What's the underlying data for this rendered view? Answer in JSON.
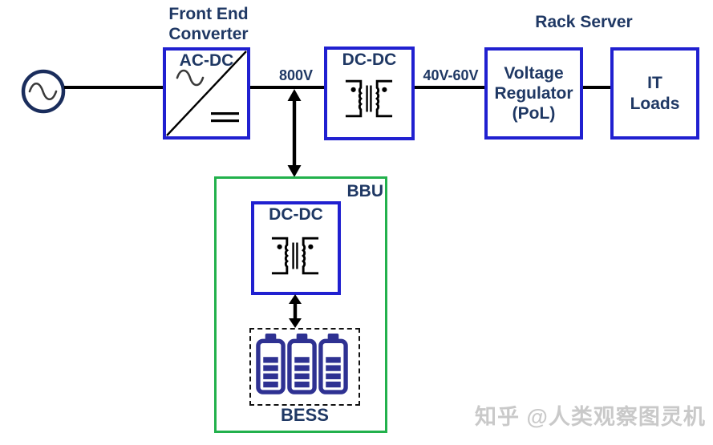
{
  "colors": {
    "box_border_blue": "#2020d0",
    "text_navy": "#1f3864",
    "bbu_border_green": "#22b14c",
    "battery_navy": "#2e3192",
    "wire_black": "#000000",
    "watermark_gray": "#c9c9c9"
  },
  "front_end": {
    "title_line1": "Front End",
    "title_line2": "Converter",
    "box_label": "AC-DC"
  },
  "bus": {
    "dc_bus_voltage": "800V",
    "output_voltage": "40V-60V"
  },
  "main_dcdc": {
    "label": "DC-DC"
  },
  "rack_server": {
    "title": "Rack Server",
    "vr_line1": "Voltage",
    "vr_line2": "Regulator",
    "vr_line3": "(PoL)",
    "it_line1": "IT",
    "it_line2": "Loads"
  },
  "bbu": {
    "title": "BBU",
    "dcdc_label": "DC-DC",
    "bess_label": "BESS"
  },
  "watermark": "知乎 @人类观察图灵机",
  "icons": {
    "ac_source": "sine-wave-in-circle",
    "acdc_symbol": "rectifier-diagonal-ac-dc",
    "transformer": "isolated-dc-dc-transformer",
    "battery": "battery-cell",
    "bidirectional_arrow": "double-headed-vertical-arrow"
  }
}
